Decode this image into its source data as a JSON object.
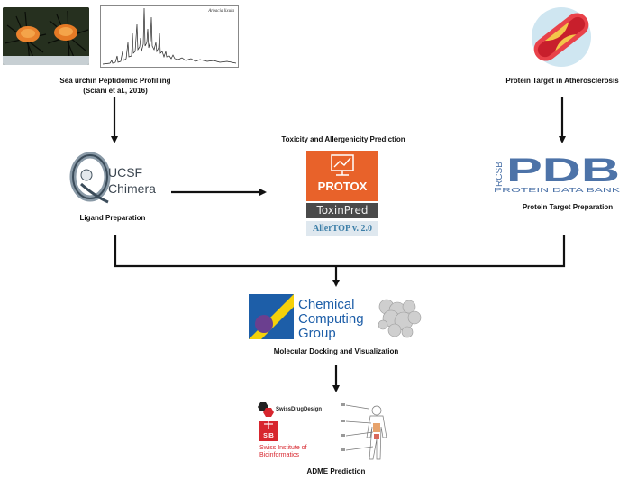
{
  "source": {
    "label_line1": "Sea urchin Peptidomic Profilling",
    "label_line2": "(Sciani et al., 2016)",
    "chromatogram_tag": "Arbacia lixula"
  },
  "target": {
    "label": "Protein Target in Atherosclerosis"
  },
  "chimera": {
    "word_top": "UCSF",
    "word_bottom": "Chimera",
    "label": "Ligand Preparation"
  },
  "toxicity": {
    "label": "Toxicity and Allergenicity Prediction",
    "protox": "PROTOX",
    "toxinpred": "ToxinPred",
    "allertop": "AllerTOP v. 2.0"
  },
  "pdb": {
    "rcsb": "RCSB",
    "pdb": "PDB",
    "sub": "PROTEIN DATA BANK",
    "label": "Protein Target Preparation"
  },
  "ccg": {
    "line1": "Chemical",
    "line2": "Computing",
    "line3": "Group",
    "label": "Molecular Docking and Visualization"
  },
  "adme": {
    "swiss": "SwissDrugDesign",
    "sib": "SIB",
    "sib_name1": "Swiss Institute of",
    "sib_name2": "Bioinformatics",
    "label": "ADME Prediction"
  },
  "colors": {
    "protox": "#e8622a",
    "pdb_blue": "#4d73a8",
    "ccg_blue": "#1d5ea8",
    "ccg_yellow": "#f5d10a",
    "ccg_purple": "#6b3f8f",
    "sib_red": "#d7262e",
    "arrow": "#111111"
  }
}
